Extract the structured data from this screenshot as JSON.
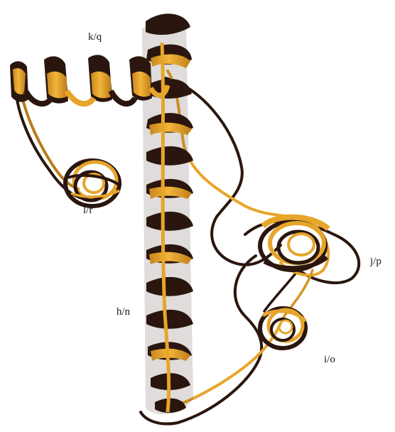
{
  "labels": {
    "kq": "k/q",
    "lr": "l/r",
    "jp": "j/p",
    "hn": "h/n",
    "io": "i/o"
  },
  "colors": {
    "ribbon_dark": "#2a160e",
    "ribbon_gold": "#e7a52a",
    "ribbon_gold_shade": "#b87a18",
    "background": "#ffffff"
  }
}
